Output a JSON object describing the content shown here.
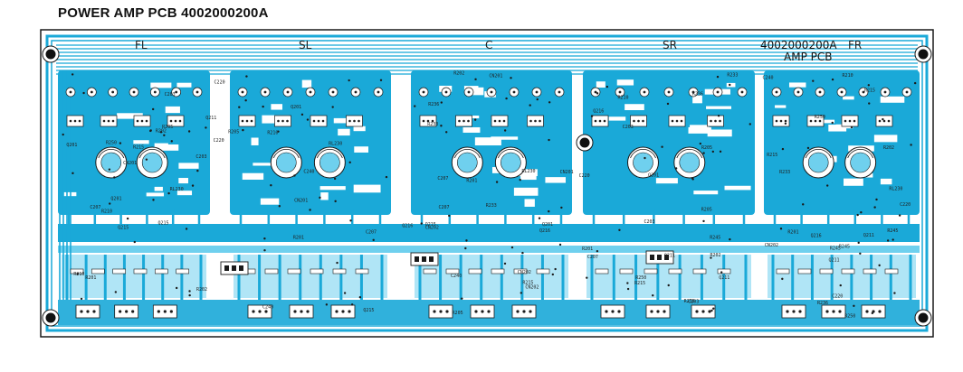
{
  "title": "POWER AMP PCB  4002000200A",
  "board": {
    "part_number": "4002000200A",
    "name": "AMP PCB",
    "channels": [
      "FL",
      "SL",
      "C",
      "SR",
      "FR"
    ],
    "colors": {
      "copper": "#1aa9d8",
      "copper_light": "#6fd0ee",
      "outline": "#1a1a1a",
      "silkscreen": "#222222",
      "background": "#ffffff"
    },
    "ref_labels": [
      "R201",
      "R202",
      "C203",
      "Q201",
      "R205",
      "C207",
      "R210",
      "Q211",
      "R215",
      "C220",
      "RL230",
      "CN201",
      "CN202",
      "R233",
      "Q215",
      "R236",
      "C240",
      "R245",
      "Q216",
      "R250"
    ],
    "connectors": [
      "CN201",
      "CN202"
    ],
    "mounting_hole_icon": "mounting-hole-icon"
  }
}
